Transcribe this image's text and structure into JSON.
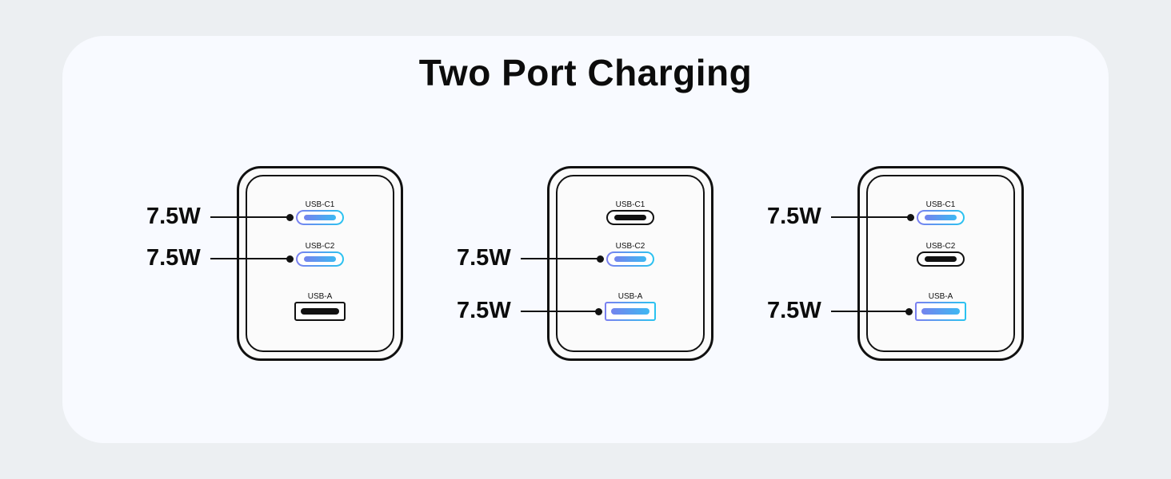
{
  "title": "Two Port Charging",
  "colors": {
    "background": "#eceff2",
    "card": "#f8faff",
    "active_port_gradient": [
      "#7b7ff0",
      "#29c4f0"
    ],
    "outline": "#111111"
  },
  "chargers": [
    {
      "ports": [
        {
          "label": "USB-C1",
          "type": "c",
          "active": true,
          "watt": "7.5W"
        },
        {
          "label": "USB-C2",
          "type": "c",
          "active": true,
          "watt": "7.5W"
        },
        {
          "label": "USB-A",
          "type": "a",
          "active": false,
          "watt": ""
        }
      ]
    },
    {
      "ports": [
        {
          "label": "USB-C1",
          "type": "c",
          "active": false,
          "watt": ""
        },
        {
          "label": "USB-C2",
          "type": "c",
          "active": true,
          "watt": "7.5W"
        },
        {
          "label": "USB-A",
          "type": "a",
          "active": true,
          "watt": "7.5W"
        }
      ]
    },
    {
      "ports": [
        {
          "label": "USB-C1",
          "type": "c",
          "active": true,
          "watt": "7.5W"
        },
        {
          "label": "USB-C2",
          "type": "c",
          "active": false,
          "watt": ""
        },
        {
          "label": "USB-A",
          "type": "a",
          "active": true,
          "watt": "7.5W"
        }
      ]
    }
  ]
}
